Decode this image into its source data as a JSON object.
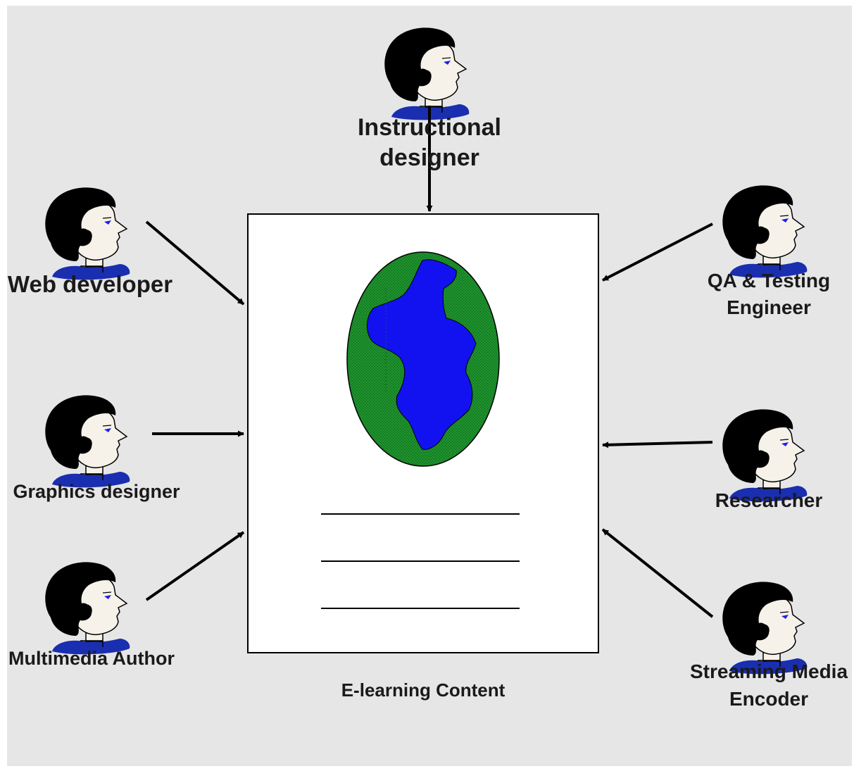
{
  "diagram": {
    "roles": [
      {
        "id": "instructional",
        "lines": [
          "Instructional",
          "designer"
        ]
      },
      {
        "id": "web",
        "lines": [
          "Web developer"
        ]
      },
      {
        "id": "graphics",
        "lines": [
          "Graphics designer"
        ]
      },
      {
        "id": "multimedia",
        "lines": [
          "Multimedia Author"
        ]
      },
      {
        "id": "qa",
        "lines": [
          "QA & Testing",
          "Engineer"
        ]
      },
      {
        "id": "researcher",
        "lines": [
          "Researcher"
        ]
      },
      {
        "id": "streaming",
        "lines": [
          "Streaming Media",
          "Encoder"
        ]
      }
    ],
    "content_label": "E-learning Content"
  },
  "icons": {
    "person": "person-head-icon",
    "globe": "globe-icon"
  },
  "colors": {
    "background": "#e6e6e6",
    "ocean": "#1a8a2a",
    "land": "#1212f0",
    "hair": "#000000",
    "collar": "#1a2eb0",
    "eye": "#2020e0"
  }
}
